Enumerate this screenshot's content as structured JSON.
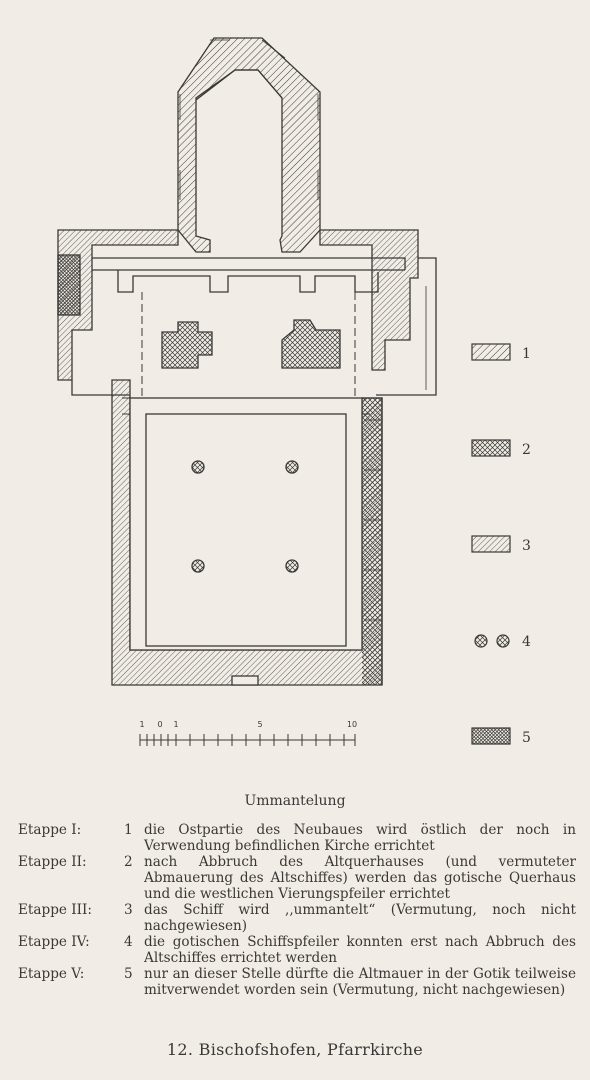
{
  "legend": {
    "items": [
      {
        "number": "1",
        "pattern": "hatch-fine"
      },
      {
        "number": "2",
        "pattern": "crosshatch"
      },
      {
        "number": "3",
        "pattern": "hatch-diagonal"
      },
      {
        "number": "4",
        "pattern": "columns"
      },
      {
        "number": "5",
        "pattern": "dense-crosshatch"
      }
    ]
  },
  "scale": {
    "labels": [
      "1",
      "0",
      "1",
      "5",
      "10"
    ]
  },
  "subheading": "Ummantelung",
  "stages": [
    {
      "label": "Etappe I:",
      "number": "1",
      "text": "die Ostpartie des Neubaues wird östlich der noch in Verwendung befindlichen Kirche errichtet"
    },
    {
      "label": "Etappe II:",
      "number": "2",
      "text": "nach Abbruch des Altquerhauses (und vermuteter Abmauerung des Altschiffes) werden das gotische Querhaus und die westlichen Vierungspfeiler errichtet"
    },
    {
      "label": "Etappe III:",
      "number": "3",
      "text": "das Schiff wird ,,ummantelt“ (Vermutung, noch nicht nachgewiesen)"
    },
    {
      "label": "Etappe IV:",
      "number": "4",
      "text": "die gotischen Schiffspfeiler konnten erst nach Abbruch des Altschiffes errichtet werden"
    },
    {
      "label": "Etappe V:",
      "number": "5",
      "text": "nur an dieser Stelle dürfte die Altmauer in der Gotik teilweise mitverwendet worden sein (Vermutung, nicht nachgewiesen)"
    }
  ],
  "caption": "12. Bischofshofen, Pfarrkirche",
  "colors": {
    "ink": "#3a3836",
    "paper": "#f1ede6"
  }
}
